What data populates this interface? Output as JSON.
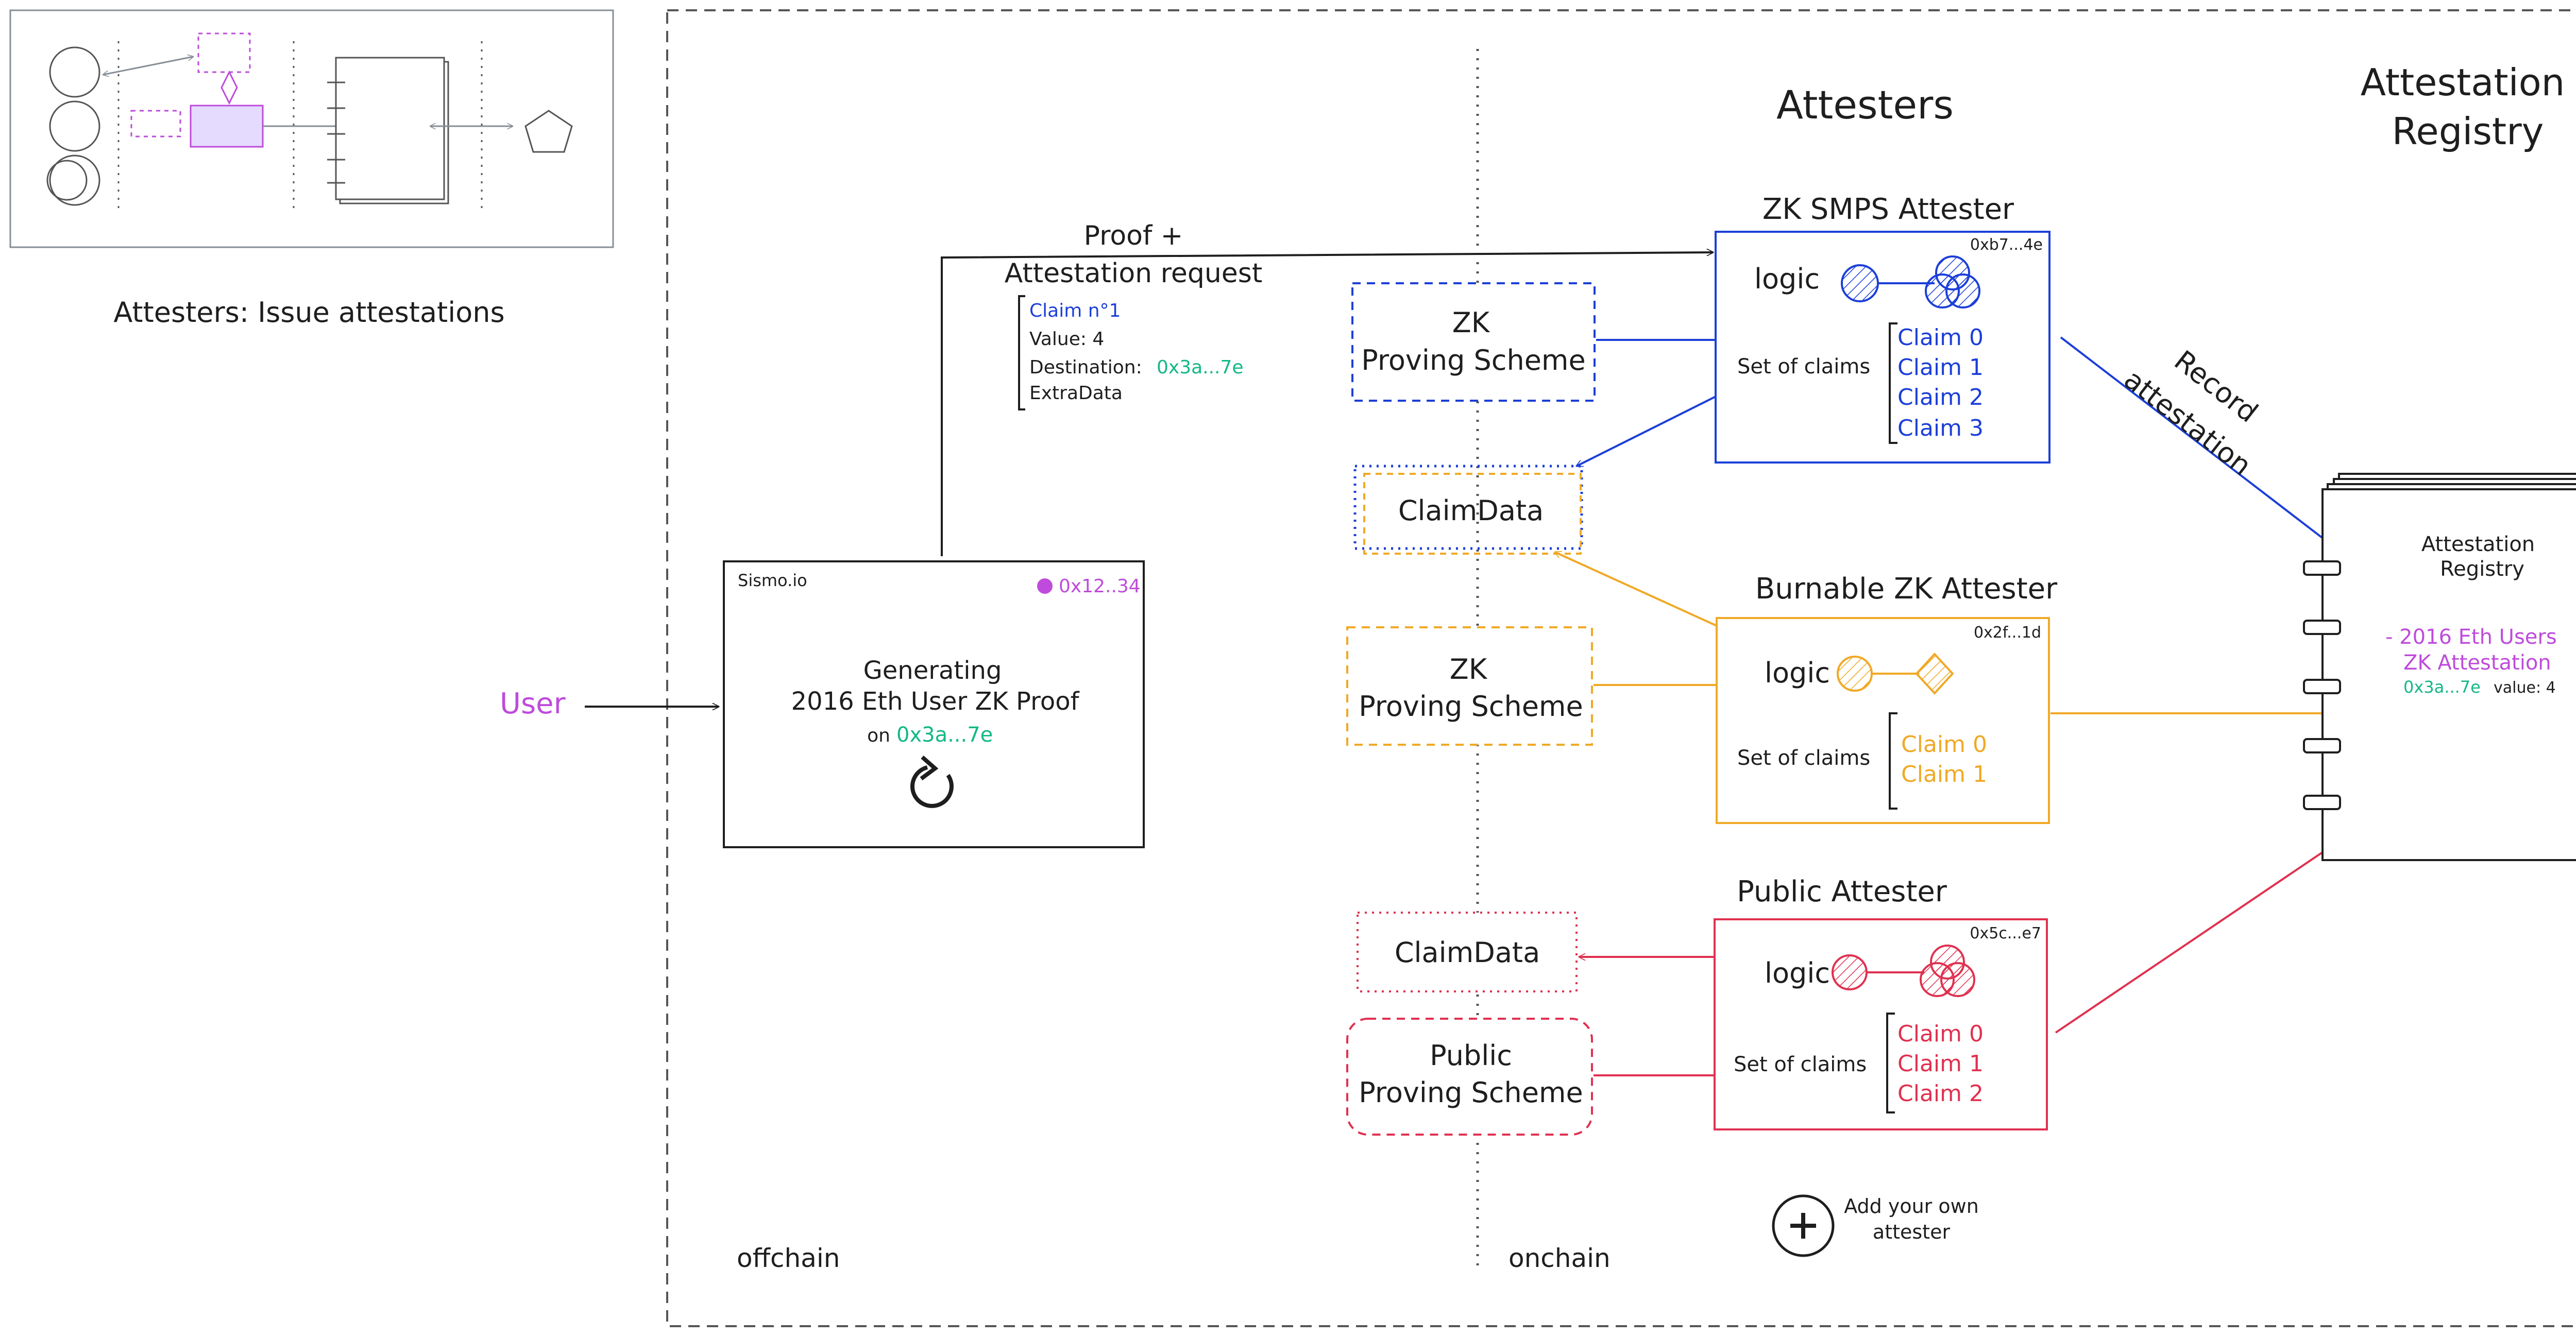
{
  "colors": {
    "black": "#1e1e1e",
    "gray": "#868e96",
    "purple": "#be4bdb",
    "lilac": "#d0bfff",
    "blue": "#1c3fd8",
    "orange": "#f0a926",
    "red": "#e03150",
    "teal": "#12b886"
  },
  "thumbnail": {
    "caption": "Attesters: Issue attestations"
  },
  "regions": {
    "offchain": "offchain",
    "onchain": "onchain"
  },
  "user": {
    "label": "User"
  },
  "sismo": {
    "brand": "Sismo.io",
    "address": "0x12..34",
    "line1": "Generating",
    "line2": "2016 Eth User ZK Proof",
    "on_label": "on",
    "on_address": "0x3a...7e",
    "refresh_icon": "refresh-icon"
  },
  "request": {
    "title_line1": "Proof +",
    "title_line2": "Attestation request",
    "claim": "Claim n°1",
    "value": "Value: 4",
    "destination_label": "Destination:",
    "destination_address": "0x3a...7e",
    "extra": "ExtraData"
  },
  "headers": {
    "attesters": "Attesters",
    "registry_line1": "Attestation",
    "registry_line2": "Registry"
  },
  "zk_smps": {
    "title": "ZK SMPS Attester",
    "address": "0xb7...4e",
    "logic": "logic",
    "claims_label": "Set of claims",
    "claims": [
      "Claim 0",
      "Claim 1",
      "Claim 2",
      "Claim 3"
    ],
    "proving_line1": "ZK",
    "proving_line2": "Proving Scheme",
    "claimdata": "ClaimData"
  },
  "burnable": {
    "title": "Burnable ZK Attester",
    "address": "0x2f...1d",
    "logic": "logic",
    "claims_label": "Set of claims",
    "claims": [
      "Claim 0",
      "Claim 1"
    ],
    "proving_line1": "ZK",
    "proving_line2": "Proving Scheme"
  },
  "public": {
    "title": "Public Attester",
    "address": "0x5c...e7",
    "logic": "logic",
    "claims_label": "Set of claims",
    "claims": [
      "Claim 0",
      "Claim 1",
      "Claim 2"
    ],
    "proving_line1": "Public",
    "proving_line2": "Proving Scheme",
    "claimdata": "ClaimData"
  },
  "record": {
    "line1": "Record",
    "line2": "attestation"
  },
  "registry_book": {
    "title_line1": "Attestation",
    "title_line2": "Registry",
    "entry_line1": "- 2016 Eth Users",
    "entry_line2": "ZK Attestation",
    "entry_address": "0x3a...7e",
    "entry_value": "value: 4"
  },
  "add": {
    "icon": "plus-circle-icon",
    "line1": "Add your own",
    "line2": "attester"
  }
}
